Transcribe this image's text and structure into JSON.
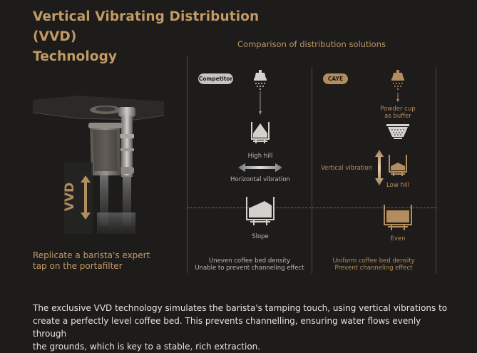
{
  "title_line1": "Vertical Vibrating Distribution (VVD)",
  "title_line2": "Technology",
  "comparison_title": "Comparison of distribution solutions",
  "left_caption_line1": "Replicate a barista's expert",
  "left_caption_line2": "tap on the portafilter",
  "vvd_label": "VVD",
  "competitor": {
    "badge": "Competitor",
    "high_hill": "High hill",
    "horizontal_vibration": "Horizontal vibration",
    "slope": "Slope",
    "note_line1": "Uneven coffee bed density",
    "note_line2": "Unable to prevent channeling effect"
  },
  "caye": {
    "badge": "CAYE",
    "powder_cup_line1": "Powder cup",
    "powder_cup_line2": "as buffer",
    "vertical_vibration": "Vertical vibration",
    "low_hill": "Low hill",
    "even": "Even",
    "note_line1": "Uniform coffee bed density",
    "note_line2": "Prevent channeling effect"
  },
  "body_line1": "The exclusive VVD technology simulates the barista's tamping touch, using vertical vibrations to",
  "body_line2": "create a perfectly level coffee bed. This prevents channelling, ensuring water flows evenly through",
  "body_line3": "the grounds, which is key to a stable, rich extraction.",
  "colors": {
    "background": "#1d1c1b",
    "gold": "#c29a64",
    "light_text": "#e6e3df",
    "grey_text": "#bdb8b1"
  }
}
